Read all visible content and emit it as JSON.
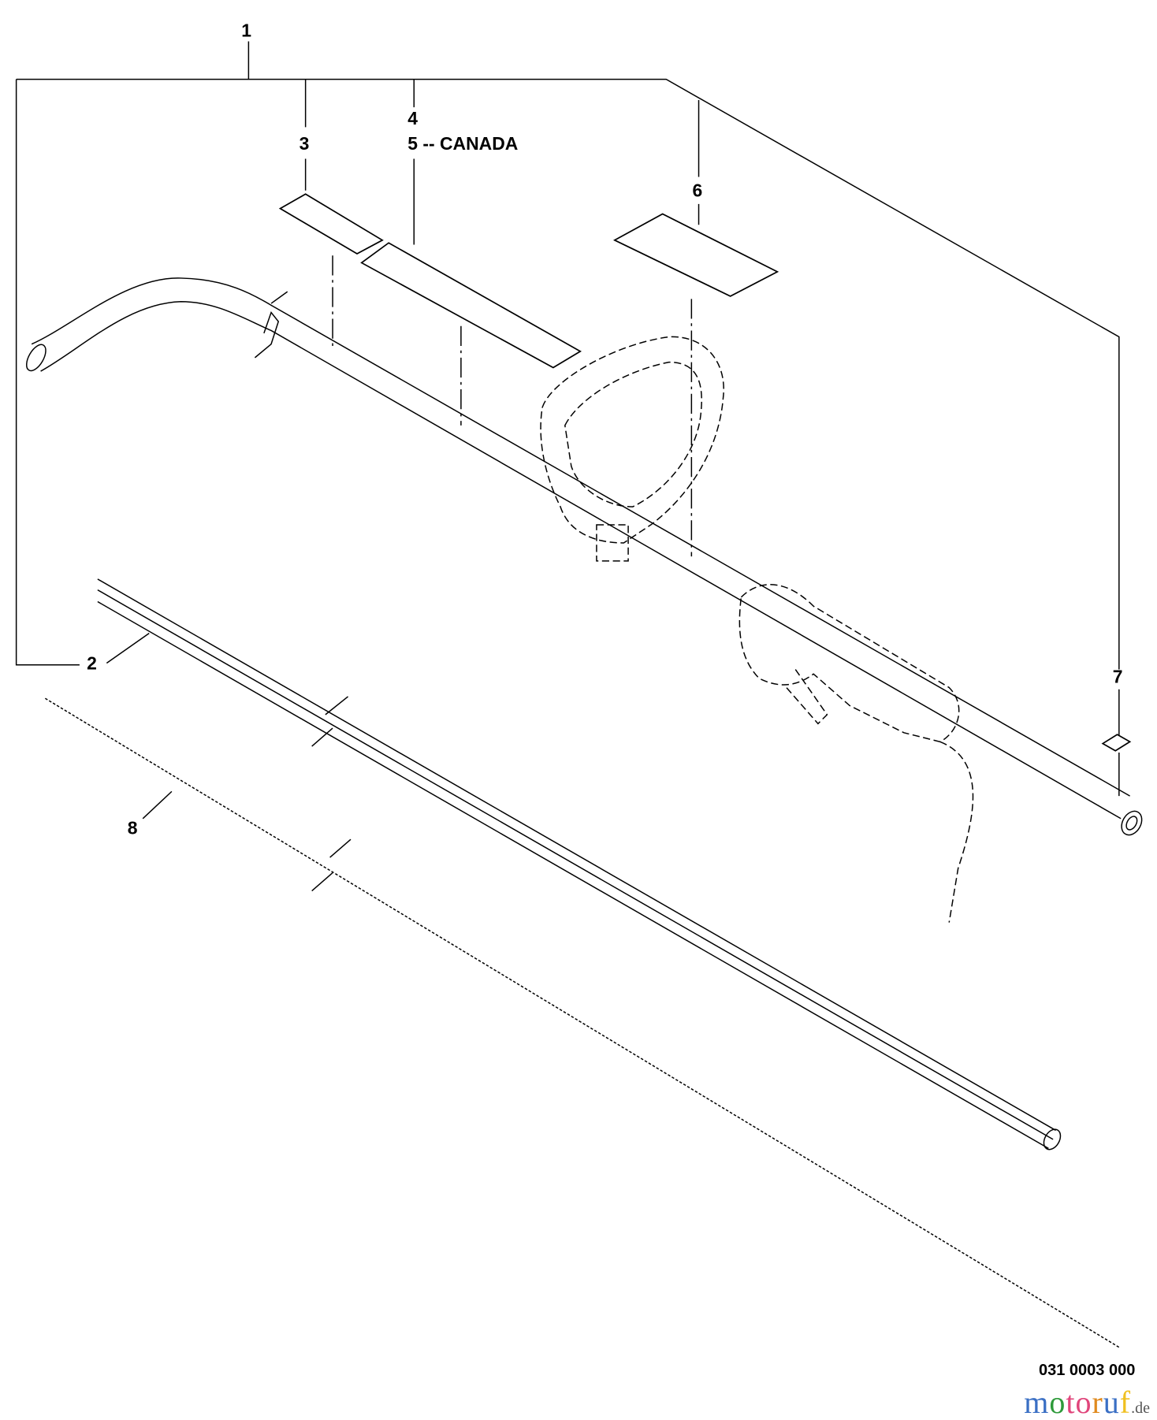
{
  "callouts": {
    "c1": "1",
    "c2": "2",
    "c3": "3",
    "c4": "4",
    "c5": "5 -- CANADA",
    "c6": "6",
    "c7": "7",
    "c8": "8"
  },
  "drawing_number": "031 0003 000",
  "watermark": {
    "letters": [
      "m",
      "o",
      "t",
      "o",
      "r",
      "u",
      "f"
    ],
    "suffix": ".de",
    "colors": [
      "#3a6fc4",
      "#2e9a3a",
      "#e0457b",
      "#e0457b",
      "#e08a1e",
      "#3a6fc4",
      "#f0c020"
    ]
  }
}
